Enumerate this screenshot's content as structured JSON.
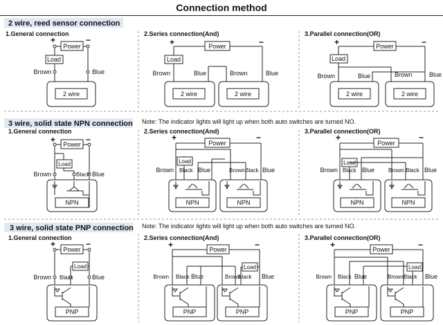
{
  "title": "Connection method",
  "sections": [
    {
      "heading": "2 wire, reed sensor connection",
      "note": "",
      "panels": [
        {
          "title": "1.General connection",
          "power": "Power",
          "load": "Load",
          "switch": "2 wire",
          "wires": [
            "Brown",
            "Blue"
          ]
        },
        {
          "title": "2.Series connection(And)",
          "power": "Power",
          "load": "Load",
          "switch": "2 wire",
          "wires": [
            "Brown",
            "Blue",
            "Brown",
            "Blue"
          ]
        },
        {
          "title": "3.Parallel connection(OR)",
          "power": "Power",
          "load": "Load",
          "switch": "2 wire",
          "wires": [
            "Brown",
            "Blue",
            "Brown",
            "Blue"
          ]
        }
      ]
    },
    {
      "heading": "3 wire, solid state NPN connection",
      "note": "Note: The indicator lights will light up when both auto switches are turned NO.",
      "panels": [
        {
          "title": "1.General connection",
          "power": "Power",
          "load": "Load",
          "switch": "NPN",
          "wires": [
            "Brown",
            "Black",
            "Blue"
          ]
        },
        {
          "title": "2.Series connection(And)",
          "power": "Power",
          "load": "Load",
          "switch": "NPN",
          "wires": [
            "Brown",
            "Black",
            "Blue"
          ]
        },
        {
          "title": "3.Parallel connection(OR)",
          "power": "Power",
          "load": "Load",
          "switch": "NPN",
          "wires": [
            "Brown",
            "Black",
            "Blue"
          ]
        }
      ]
    },
    {
      "heading": "3 wire, solid state PNP connection",
      "note": "Note: The indicator lights will light up when both auto switches are turned NO.",
      "panels": [
        {
          "title": "1.General connection",
          "power": "Power",
          "load": "Load",
          "switch": "PNP",
          "wires": [
            "Brown",
            "Black",
            "Blue"
          ]
        },
        {
          "title": "2.Series connection(And)",
          "power": "Power",
          "load": "Load",
          "switch": "PNP",
          "wires": [
            "Brown",
            "Black",
            "Blue"
          ]
        },
        {
          "title": "3.Parallel connection(OR)",
          "power": "Power",
          "load": "Load",
          "switch": "PNP",
          "wires": [
            "Brown",
            "Black",
            "Blue"
          ]
        }
      ]
    }
  ],
  "symbols": {
    "plus": "+",
    "minus": "−"
  },
  "colors": {
    "section_band": "#dfe8f3",
    "dashed_divider": "#999999",
    "line": "#222222"
  }
}
